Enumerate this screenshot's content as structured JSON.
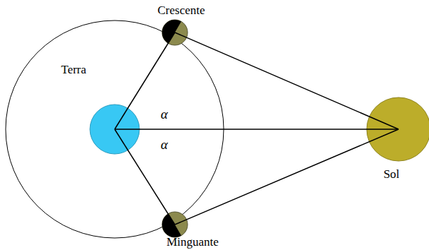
{
  "diagram": {
    "nodes": [
      {
        "text": [
          "Crescente"
        ]
      },
      {
        "text": [
          "Terra"
        ]
      },
      {
        "text": [
          "Sol"
        ]
      },
      {
        "text": [
          "Minguante"
        ]
      }
    ],
    "edges": [
      {
        "from": 1,
        "to": 0,
        "arrow": "none"
      },
      {
        "from": 1,
        "to": 2,
        "arrow": "none"
      },
      {
        "from": 1,
        "to": 3,
        "arrow": "none"
      },
      {
        "from": 0,
        "to": 2,
        "arrow": "none"
      },
      {
        "from": 3,
        "to": 2,
        "arrow": "none"
      }
    ],
    "labels": [
      "α",
      "α"
    ]
  }
}
